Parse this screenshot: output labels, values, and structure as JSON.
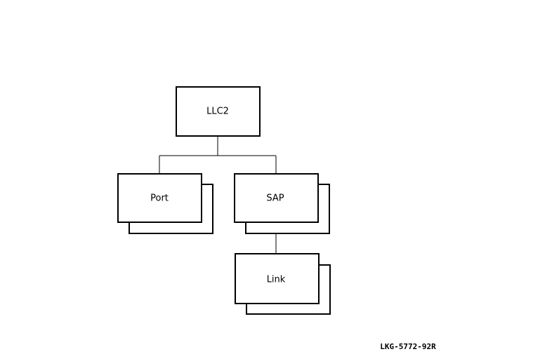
{
  "nodes": {
    "llc2": "LLC2",
    "port": "Port",
    "sap": "SAP",
    "link": "Link"
  },
  "figure_id": "LKG-5772-92R"
}
